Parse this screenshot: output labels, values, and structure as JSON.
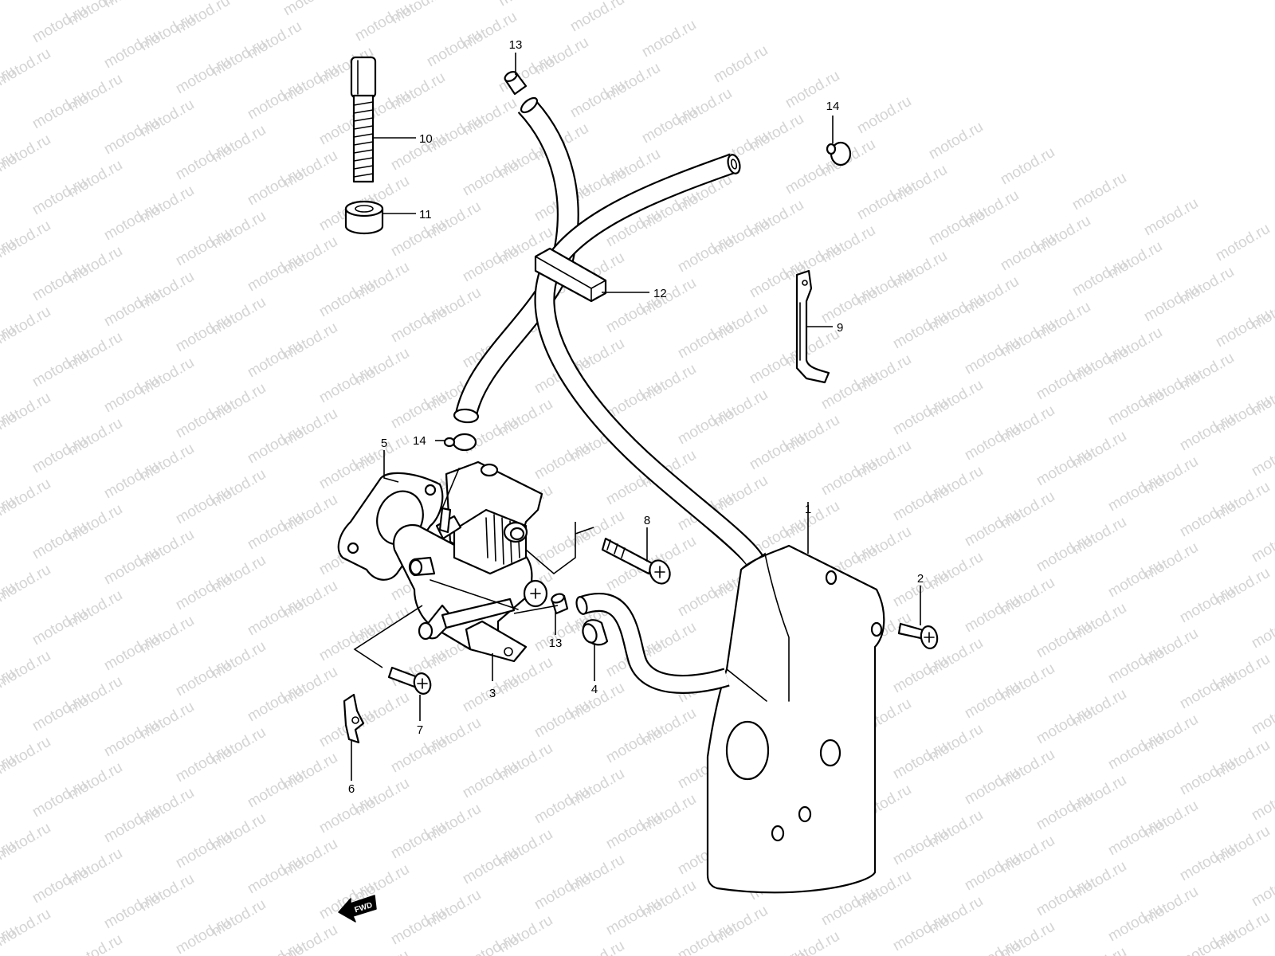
{
  "watermark": "motod.ru",
  "fwd_label": "FWD",
  "callouts": [
    {
      "id": "c1",
      "text": "1"
    },
    {
      "id": "c2",
      "text": "2"
    },
    {
      "id": "c3",
      "text": "3"
    },
    {
      "id": "c4",
      "text": "4"
    },
    {
      "id": "c5",
      "text": "5"
    },
    {
      "id": "c6",
      "text": "6"
    },
    {
      "id": "c7",
      "text": "7"
    },
    {
      "id": "c8",
      "text": "8"
    },
    {
      "id": "c9",
      "text": "9"
    },
    {
      "id": "c10",
      "text": "10"
    },
    {
      "id": "c11",
      "text": "11"
    },
    {
      "id": "c12",
      "text": "12"
    },
    {
      "id": "c13a",
      "text": "13"
    },
    {
      "id": "c13b",
      "text": "13"
    },
    {
      "id": "c14a",
      "text": "14"
    },
    {
      "id": "c14b",
      "text": "14"
    }
  ]
}
